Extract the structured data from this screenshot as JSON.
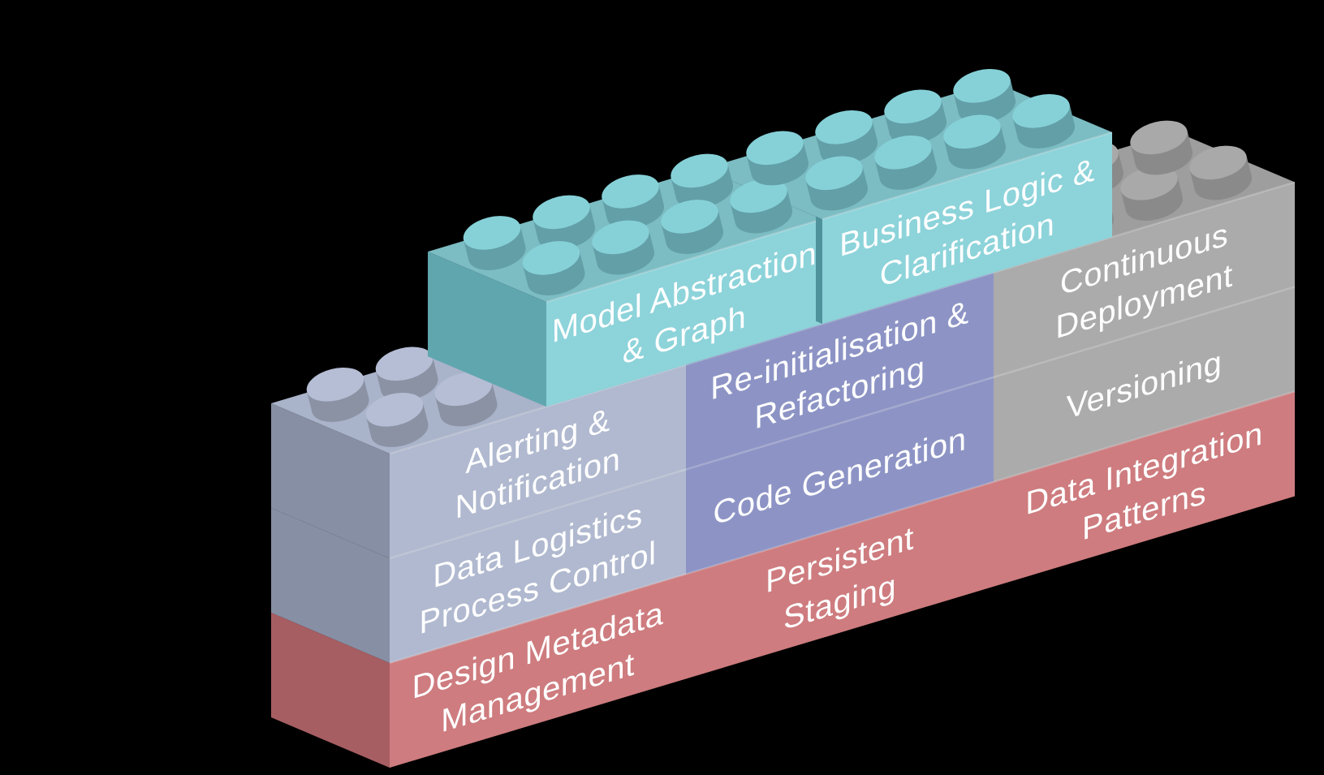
{
  "diagram": {
    "kind": "lego-brick-stack-diagram",
    "background": "#000000"
  },
  "palette": {
    "teal_front": "#8dd3da",
    "teal_top": "#7cbcc3",
    "teal_side": "#60a6ae",
    "teal_sliver": "#4e939b",
    "teal_stud_top": "#86d1d8",
    "teal_stud_side": "#639fa7",
    "blue_front": "#b0b9cf",
    "blue_top": "#a9b3c9",
    "blue_side": "#878fa4",
    "blue_stud_top": "#b5bed4",
    "blue_stud_side": "#8a92a4",
    "purple_front": "#8d94c5",
    "purple_sliver": "#6a70a0",
    "gray_front": "#ababab",
    "gray_top": "#9e9e9e",
    "gray_sliver": "#8e8e8e",
    "gray_stud_top": "#a9a9a9",
    "gray_stud_side": "#8a8a8a",
    "red_front": "#ce7c7f",
    "red_side": "#a65e62",
    "red_sliver": "#a55c60",
    "seam": "rgba(255,255,255,0.28)",
    "text_color": "#ffffff"
  },
  "bricks": [
    {
      "id": "design-metadata-management",
      "color_family": "red",
      "lines": [
        "Design Metadata",
        "Management"
      ]
    },
    {
      "id": "persistent-staging",
      "color_family": "red",
      "lines": [
        "Persistent",
        "Staging"
      ]
    },
    {
      "id": "data-integration-patterns",
      "color_family": "red",
      "lines": [
        "Data Integration",
        "Patterns"
      ]
    },
    {
      "id": "data-logistics-process-control",
      "color_family": "blue-gray",
      "lines": [
        "Data Logistics",
        "Process Control"
      ]
    },
    {
      "id": "code-generation",
      "color_family": "purple",
      "lines": [
        "Code Generation"
      ]
    },
    {
      "id": "versioning",
      "color_family": "gray",
      "lines": [
        "Versioning"
      ]
    },
    {
      "id": "alerting-notification",
      "color_family": "blue-gray",
      "lines": [
        "Alerting &",
        "Notification"
      ]
    },
    {
      "id": "re-initialisation-refactoring",
      "color_family": "purple",
      "lines": [
        "Re-initialisation &",
        "Refactoring"
      ]
    },
    {
      "id": "continuous-deployment",
      "color_family": "gray",
      "lines": [
        "Continuous",
        "Deployment"
      ]
    },
    {
      "id": "model-abstraction-graph",
      "color_family": "teal",
      "lines": [
        "Model Abstraction",
        "& Graph"
      ]
    },
    {
      "id": "business-logic-clarification",
      "color_family": "teal",
      "lines": [
        "Business Logic &",
        "Clarification"
      ]
    }
  ]
}
